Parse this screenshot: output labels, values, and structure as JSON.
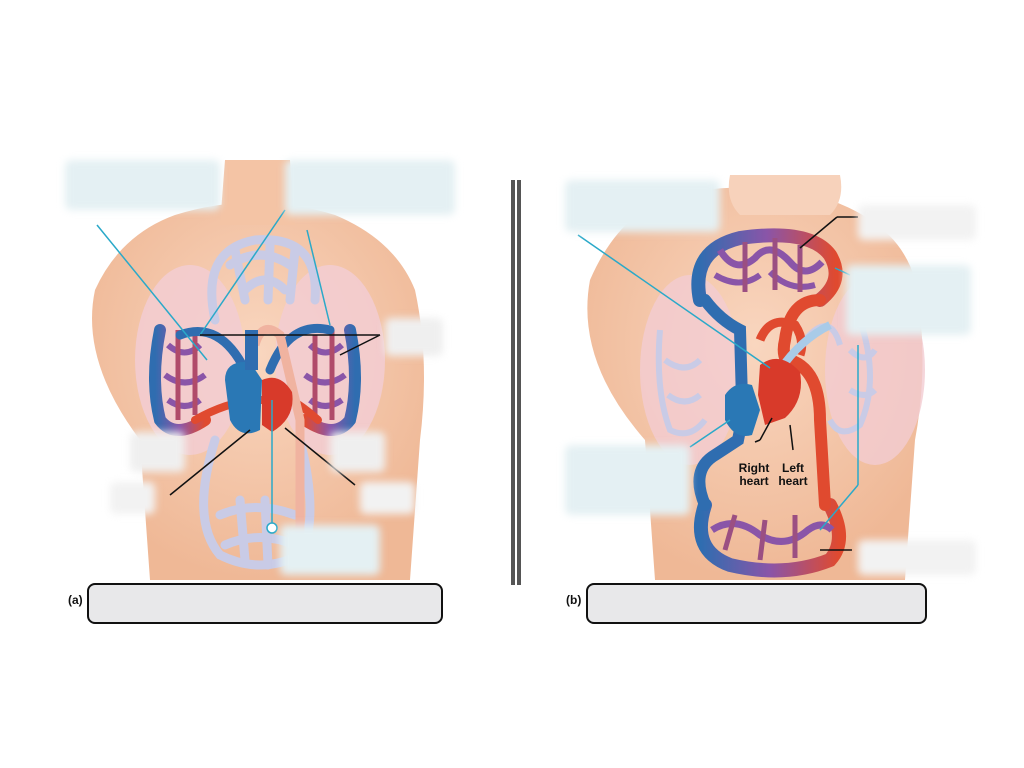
{
  "panels": [
    {
      "part_label": "(a)"
    },
    {
      "part_label": "(b)",
      "heart_labels": {
        "right": "Right heart",
        "left": "Left heart"
      }
    }
  ],
  "colors": {
    "skin": "#f6cbb0",
    "lung": "#f0c9cf",
    "artery": "#e04a2f",
    "vein": "#2f6db0",
    "capillary_mix": "#8a55a8",
    "pale_vessel": "#c9cbe6",
    "label_box_fill": "#e8e8ea",
    "leader_line_blue": "#2aa9c9",
    "divider": "#555555"
  }
}
